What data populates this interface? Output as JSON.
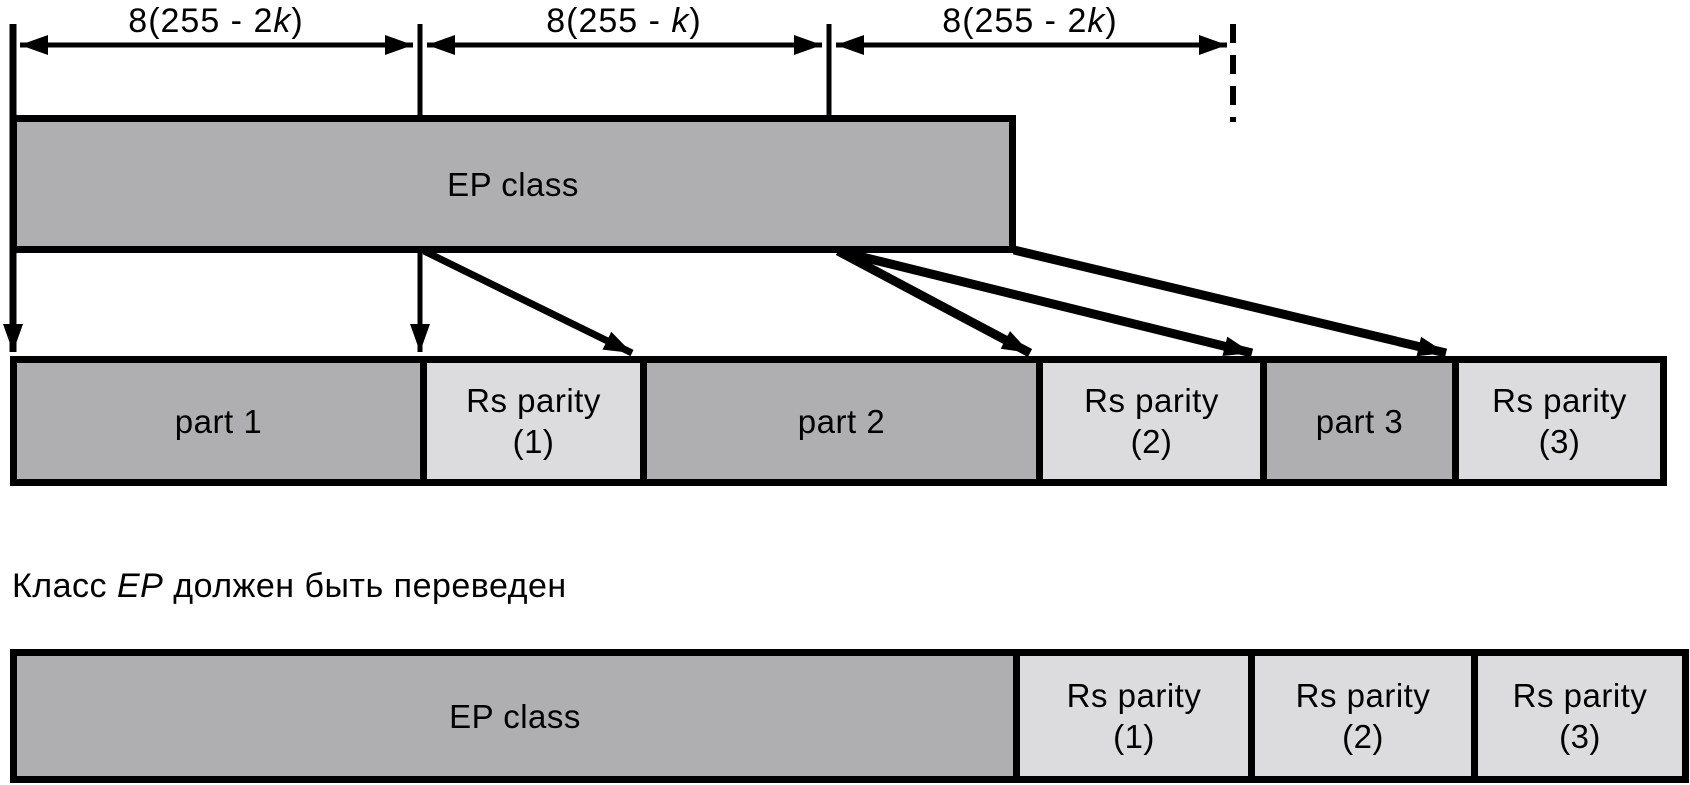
{
  "colors": {
    "part-fill": "#afafb1",
    "parity-fill": "#dcdcde",
    "line": "#000000",
    "text": "#000000",
    "background": "#ffffff"
  },
  "dimension_labels": [
    {
      "pre": "8(255 - 2",
      "italic": "k",
      "post": ")"
    },
    {
      "pre": "8(255 - ",
      "italic": "k",
      "post": ")"
    },
    {
      "pre": "8(255 - 2",
      "italic": "k",
      "post": ")"
    }
  ],
  "ep_class_box": {
    "label": "EP class"
  },
  "interleaved_row": {
    "cells": [
      {
        "label": "part 1"
      },
      {
        "line1": "Rs parity",
        "line2": "(1)"
      },
      {
        "label": "part 2"
      },
      {
        "line1": "Rs parity",
        "line2": "(2)"
      },
      {
        "label": "part 3"
      },
      {
        "line1": "Rs parity",
        "line2": "(3)"
      }
    ]
  },
  "caption": {
    "pre": "Класс ",
    "italic": "EP",
    "post": " должен быть переведен"
  },
  "final_row": {
    "ep_label": "EP class",
    "parity_cells": [
      {
        "line1": "Rs parity",
        "line2": "(1)"
      },
      {
        "line1": "Rs parity",
        "line2": "(2)"
      },
      {
        "line1": "Rs parity",
        "line2": "(3)"
      }
    ]
  }
}
